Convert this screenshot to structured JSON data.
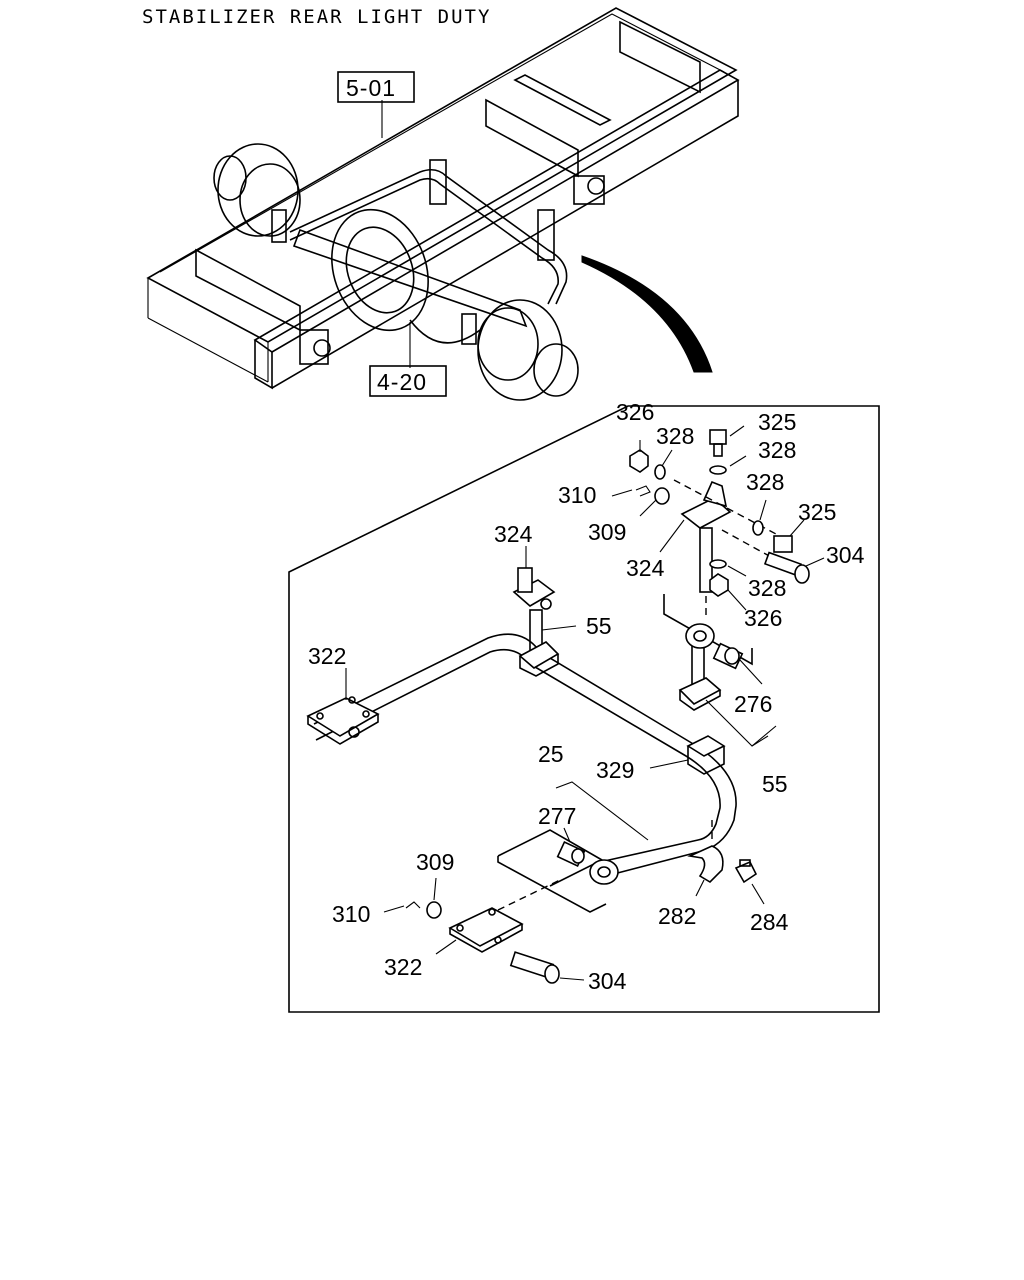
{
  "title": "STABILIZER REAR LIGHT DUTY",
  "references": [
    {
      "id": "frame",
      "label": "5-01"
    },
    {
      "id": "axle",
      "label": "4-20"
    }
  ],
  "callouts": [
    {
      "id": "c326a",
      "label": "326"
    },
    {
      "id": "c328a",
      "label": "328"
    },
    {
      "id": "c325a",
      "label": "325"
    },
    {
      "id": "c328b",
      "label": "328"
    },
    {
      "id": "c310a",
      "label": "310"
    },
    {
      "id": "c328c",
      "label": "328"
    },
    {
      "id": "c309a",
      "label": "309"
    },
    {
      "id": "c325b",
      "label": "325"
    },
    {
      "id": "c324a",
      "label": "324"
    },
    {
      "id": "c304a",
      "label": "304"
    },
    {
      "id": "c324b",
      "label": "324"
    },
    {
      "id": "c328d",
      "label": "328"
    },
    {
      "id": "c326b",
      "label": "326"
    },
    {
      "id": "c55a",
      "label": "55"
    },
    {
      "id": "c322a",
      "label": "322"
    },
    {
      "id": "c276",
      "label": "276"
    },
    {
      "id": "c25",
      "label": "25"
    },
    {
      "id": "c329",
      "label": "329"
    },
    {
      "id": "c55b",
      "label": "55"
    },
    {
      "id": "c277",
      "label": "277"
    },
    {
      "id": "c309b",
      "label": "309"
    },
    {
      "id": "c282",
      "label": "282"
    },
    {
      "id": "c284",
      "label": "284"
    },
    {
      "id": "c310b",
      "label": "310"
    },
    {
      "id": "c322b",
      "label": "322"
    },
    {
      "id": "c304b",
      "label": "304"
    }
  ]
}
